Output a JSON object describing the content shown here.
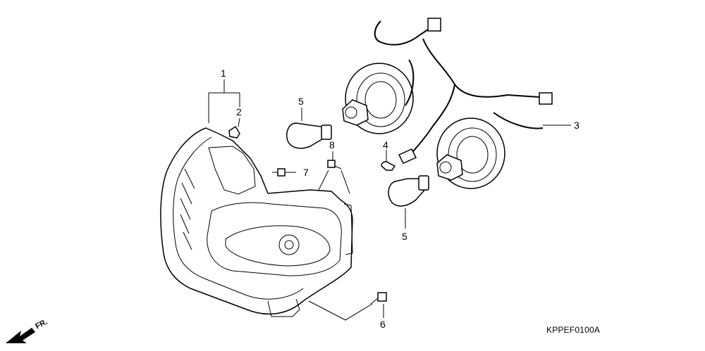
{
  "diagram": {
    "code": "KPPEF0100A",
    "direction_label": "FR.",
    "callouts": [
      "1",
      "2",
      "3",
      "4",
      "5",
      "5",
      "6",
      "7",
      "8"
    ]
  }
}
